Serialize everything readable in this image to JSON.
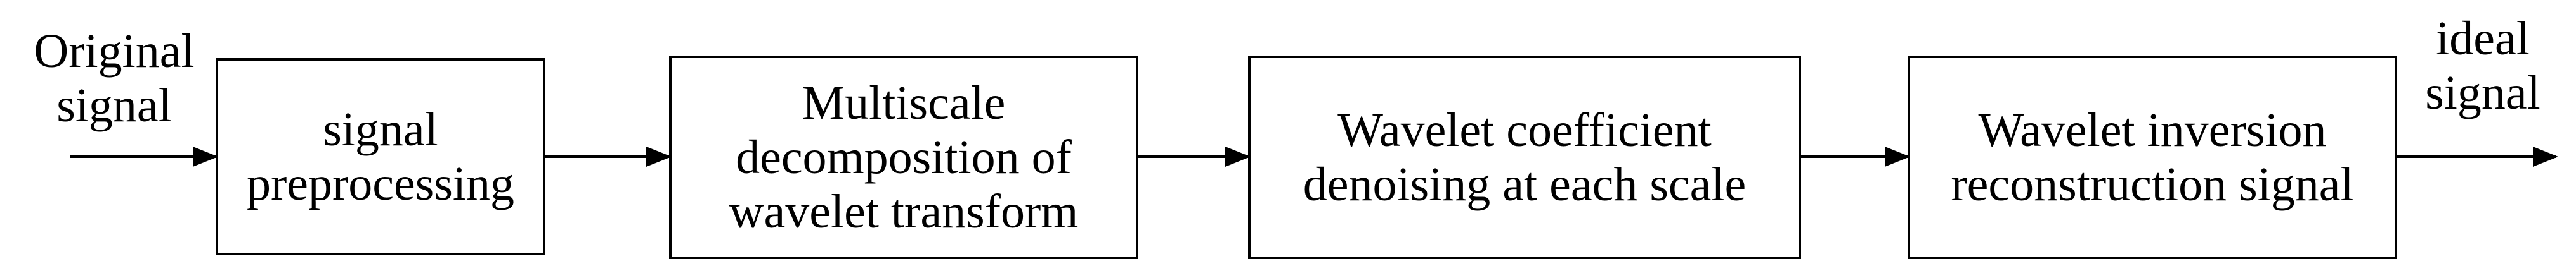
{
  "diagram": {
    "input_label": "Original\nsignal",
    "output_label": "ideal\nsignal",
    "steps": [
      {
        "label": "signal\npreprocessing"
      },
      {
        "label": "Multiscale\ndecomposition of\nwavelet transform"
      },
      {
        "label": "Wavelet coefficient\ndenoising at each scale"
      },
      {
        "label": "Wavelet inversion\nreconstruction signal"
      }
    ]
  }
}
